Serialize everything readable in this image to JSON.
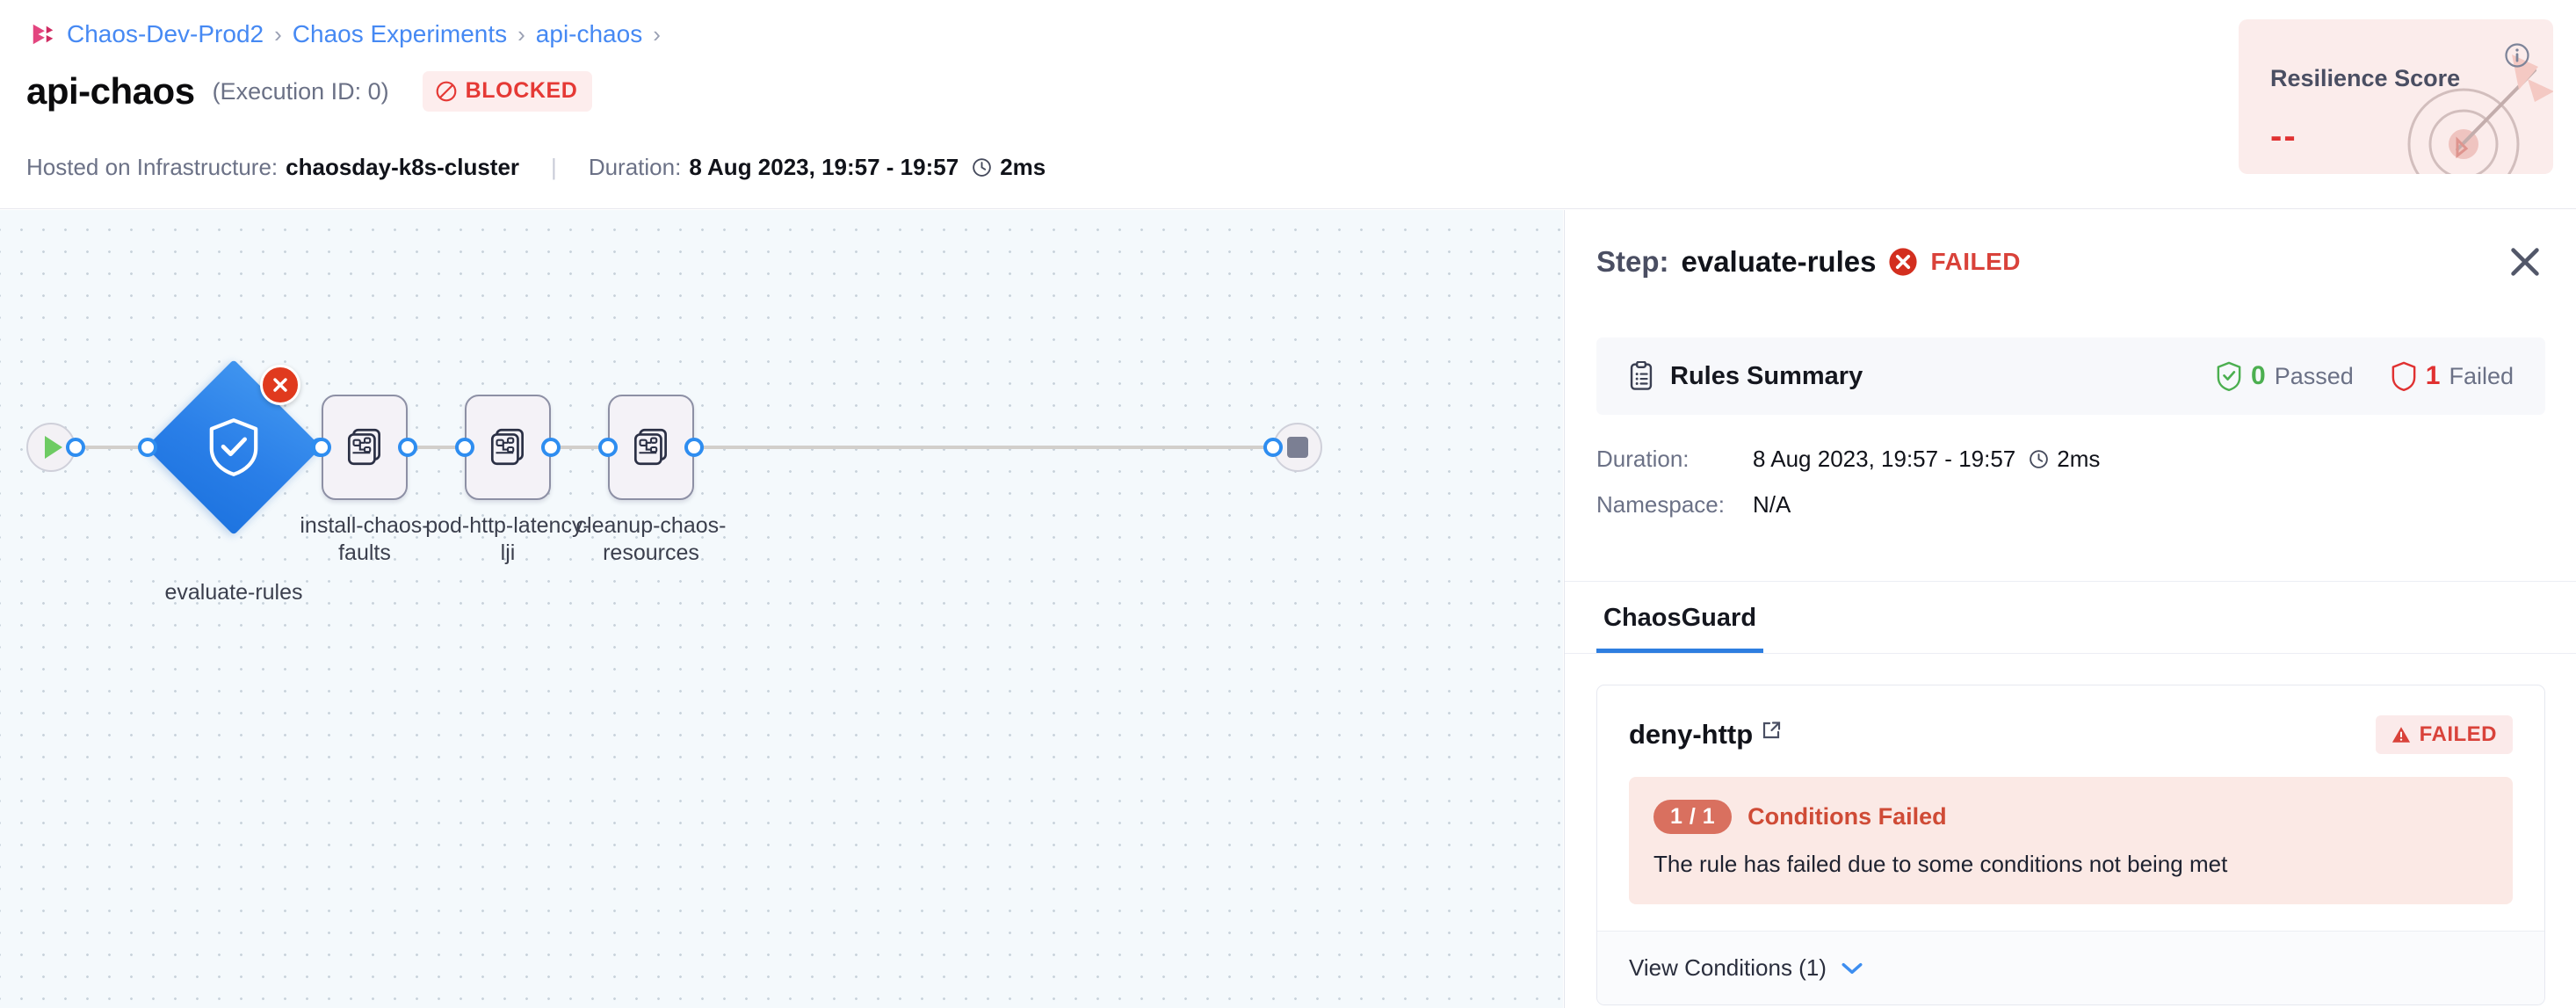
{
  "breadcrumb": {
    "logo_icon": "harness-logo",
    "items": [
      "Chaos-Dev-Prod2",
      "Chaos Experiments",
      "api-chaos"
    ],
    "separator": "›",
    "trailing_separator": "›"
  },
  "header": {
    "title": "api-chaos",
    "execution_id": "(Execution ID: 0)",
    "status_label": "BLOCKED",
    "status_icon": "blocked-icon",
    "status_color": "#e53935",
    "infra_key": "Hosted on Infrastructure:",
    "infra_value": "chaosday-k8s-cluster",
    "divider": "|",
    "duration_key": "Duration:",
    "duration_value": "8 Aug 2023, 19:57 - 19:57",
    "duration_clock_icon": "clock-icon",
    "duration_elapsed": "2ms"
  },
  "resilience": {
    "title": "Resilience Score",
    "value": "--",
    "info_icon": "info-icon",
    "art_icon": "target-dart-icon",
    "bg_color": "#fbeceb",
    "value_color": "#e03131"
  },
  "pipeline": {
    "start_icon": "play-icon",
    "end_icon": "stop-icon",
    "nodes": [
      {
        "id": "evaluate-rules",
        "label": "evaluate-rules",
        "shape": "diamond",
        "icon": "shield-check-icon",
        "status": "failed",
        "badge_icon": "error-x-icon",
        "color": "#2a7fe8"
      },
      {
        "id": "install-chaos-faults",
        "label": "install-chaos-\nfaults",
        "shape": "square",
        "icon": "chaos-fault-icon",
        "status": "not-run"
      },
      {
        "id": "pod-http-latency-lji",
        "label": "pod-http-latency-\nlji",
        "shape": "square",
        "icon": "chaos-fault-icon",
        "status": "not-run"
      },
      {
        "id": "cleanup-chaos-resources",
        "label": "cleanup-chaos-\nresources",
        "shape": "square",
        "icon": "chaos-fault-icon",
        "status": "not-run"
      }
    ]
  },
  "panel": {
    "title_prefix": "Step:",
    "step_name": "evaluate-rules",
    "status_label": "FAILED",
    "status_icon": "error-x-icon",
    "status_color": "#d9423a",
    "close_icon": "close-icon",
    "rules_summary": {
      "icon": "clipboard-icon",
      "title": "Rules Summary",
      "passed_count": "0",
      "passed_label": "Passed",
      "passed_icon": "shield-check-icon",
      "passed_color": "#4caf50",
      "failed_count": "1",
      "failed_label": "Failed",
      "failed_icon": "shield-outline-icon",
      "failed_color": "#e03131"
    },
    "details": [
      {
        "key": "Duration:",
        "value": "8 Aug 2023, 19:57 - 19:57",
        "clock_icon": "clock-icon",
        "elapsed": "2ms"
      },
      {
        "key": "Namespace:",
        "value": "N/A"
      }
    ],
    "tabs": [
      {
        "label": "ChaosGuard",
        "active": true
      }
    ],
    "rule": {
      "name": "deny-http",
      "external_link_icon": "external-link-icon",
      "status_label": "FAILED",
      "status_icon": "warning-triangle-icon",
      "conditions_badge": "1 / 1",
      "conditions_label": "Conditions Failed",
      "conditions_message": "The rule has failed due to some conditions not being met",
      "view_conditions_label": "View Conditions (1)",
      "chevron_icon": "chevron-down-icon"
    }
  }
}
